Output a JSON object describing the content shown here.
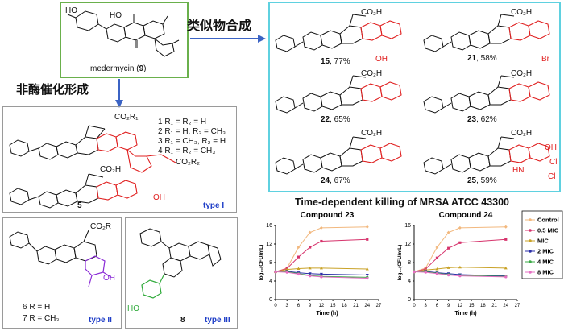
{
  "labels": {
    "parent_name": "medermycin (",
    "parent_num": "9",
    "parent_close": ")",
    "analog_heading": "类似物合成",
    "nonenz_heading": "非酶催化形成",
    "legend_line1": "1  R₁ = R₂ = H",
    "legend_line2": "2  R₁ = H, R₂ = CH₃",
    "legend_line3": "3  R₁ = CH₃, R₂ = H",
    "legend_line4": "4  R₁ = R₂ = CH₃",
    "cmpd5": "5",
    "type1": "type I",
    "type2": "type II",
    "type3": "type III",
    "cmpd6": "6  R = H",
    "cmpd7": "7  R = CH₃",
    "cmpd8": "8",
    "co2r1": "CO₂R₁",
    "co2r2": "CO₂R₂",
    "co2h": "CO₂H",
    "co2r": "CO₂R",
    "ho": "HO",
    "oh": "OH",
    "br": "Br",
    "cl": "Cl",
    "hn": "HN"
  },
  "analogs": [
    {
      "num": "15",
      "yield": ", 77%"
    },
    {
      "num": "21",
      "yield": ", 58%"
    },
    {
      "num": "22",
      "yield": ", 65%"
    },
    {
      "num": "23",
      "yield": ", 62%"
    },
    {
      "num": "24",
      "yield": ", 67%"
    },
    {
      "num": "25",
      "yield": ", 59%"
    }
  ],
  "chart_section_title": "Time-dependent killing of MRSA ATCC 43300",
  "chart_data": [
    {
      "type": "line",
      "title": "Compound 23",
      "xlabel": "Time (h)",
      "ylabel": "log₁₀(CFU/mL)",
      "xlim": [
        0,
        27
      ],
      "ylim": [
        0,
        16
      ],
      "xticks": [
        "0",
        "3",
        "6",
        "9",
        "12",
        "15",
        "18",
        "21",
        "24",
        "27"
      ],
      "yticks": [
        "0",
        "4",
        "8",
        "12",
        "16"
      ],
      "x": [
        0,
        3,
        6,
        9,
        12,
        24
      ],
      "series": [
        {
          "name": "Control",
          "color": "#f2b87e",
          "values": [
            6.0,
            6.8,
            11.3,
            14.5,
            15.5,
            15.7
          ]
        },
        {
          "name": "0.5 MIC",
          "color": "#d6336c",
          "values": [
            6.0,
            6.7,
            9.2,
            11.3,
            12.6,
            13.0
          ]
        },
        {
          "name": "MIC",
          "color": "#c9a227",
          "values": [
            6.0,
            6.5,
            6.7,
            6.8,
            6.8,
            6.6
          ]
        },
        {
          "name": "2 MIC",
          "color": "#2b2fa8",
          "values": [
            6.0,
            6.1,
            5.8,
            5.6,
            5.5,
            5.3
          ]
        },
        {
          "name": "4 MIC",
          "color": "#3aa845",
          "values": [
            6.0,
            6.0,
            5.6,
            5.2,
            5.0,
            4.8
          ]
        },
        {
          "name": "8 MIC",
          "color": "#e56fc3",
          "values": [
            6.0,
            5.9,
            5.5,
            5.1,
            4.9,
            4.6
          ]
        }
      ]
    },
    {
      "type": "line",
      "title": "Compound 24",
      "xlabel": "Time (h)",
      "ylabel": "log₁₀(CFU/mL)",
      "xlim": [
        0,
        27
      ],
      "ylim": [
        0,
        16
      ],
      "xticks": [
        "0",
        "3",
        "6",
        "9",
        "12",
        "15",
        "18",
        "21",
        "24",
        "27"
      ],
      "yticks": [
        "0",
        "4",
        "8",
        "12",
        "16"
      ],
      "x": [
        0,
        3,
        6,
        9,
        12,
        24
      ],
      "series": [
        {
          "name": "Control",
          "color": "#f2b87e",
          "values": [
            6.0,
            6.8,
            11.3,
            14.5,
            15.5,
            15.7
          ]
        },
        {
          "name": "0.5 MIC",
          "color": "#d6336c",
          "values": [
            6.0,
            6.6,
            9.0,
            11.1,
            12.3,
            13.0
          ]
        },
        {
          "name": "MIC",
          "color": "#c9a227",
          "values": [
            6.0,
            6.4,
            6.6,
            6.9,
            7.0,
            6.8
          ]
        },
        {
          "name": "2 MIC",
          "color": "#2b2fa8",
          "values": [
            6.0,
            6.1,
            5.8,
            5.6,
            5.4,
            5.1
          ]
        },
        {
          "name": "4 MIC",
          "color": "#3aa845",
          "values": [
            6.0,
            6.0,
            5.7,
            5.4,
            5.2,
            5.0
          ]
        },
        {
          "name": "8 MIC",
          "color": "#e56fc3",
          "values": [
            6.0,
            5.9,
            5.6,
            5.3,
            5.1,
            4.9
          ]
        }
      ]
    }
  ],
  "legend": [
    "Control",
    "0.5 MIC",
    "MIC",
    "2 MIC",
    "4 MIC",
    "8 MIC"
  ],
  "colors": {
    "green_border": "#6ab04c",
    "cyan_border": "#5fd1e0",
    "gray_border": "#9a9a9a",
    "highlight_red": "#e02020",
    "highlight_purple": "#8a2bd6",
    "highlight_green": "#2faa3a",
    "arrow_blue": "#3b63c4"
  }
}
